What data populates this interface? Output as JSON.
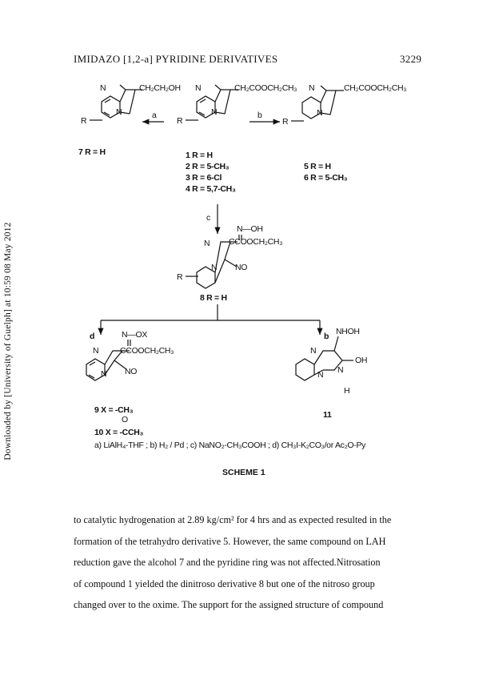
{
  "sidebar": "Downloaded by [University of Guelph] at 10:59 08 May 2012",
  "header": {
    "title": "IMIDAZO [1,2-a] PYRIDINE DERIVATIVES",
    "page_number": "3229"
  },
  "scheme": {
    "top_left_group": "CH₂CH₂OH",
    "top_mid_group": "CH₂COOCH₂CH₃",
    "top_right_group": "CH₂COOCH₂CH₃",
    "arrow_a": "a",
    "arrow_b": "b",
    "arrow_c": "c",
    "arrow_d": "d",
    "arrow_b2": "b",
    "atom_N": "N",
    "atom_R": "R",
    "label_7": "7 R = H",
    "list_1": "1 R = H",
    "list_2": "2 R = 5-CH₃",
    "list_3": "3 R = 6-Cl",
    "list_4": "4 R = 5,7-CH₃",
    "list_5": "5 R = H",
    "list_6": "6 R = 5-CH₃",
    "oxime_8": "N—OH",
    "ester_8": "CCOOCH₂CH₃",
    "no_8": "NO",
    "label_8": "8 R = H",
    "oxime_9": "N—OX",
    "ester_9": "CCOOCH₂CH₃",
    "no_9": "NO",
    "nhoh_11": "NHOH",
    "oh_11": "OH",
    "h_11": "H",
    "label_9": "9   X = -CH₃",
    "label_10_o": "O",
    "label_10": "10 X = -CCH₃",
    "label_11": "11",
    "reagents": "a) LiAlH₄-THF ; b) H₂ / Pd ; c) NaNO₂-CH₃COOH ; d) CH₃I-K₂CO₃/or Ac₂O-Py",
    "title": "SCHEME 1"
  },
  "body": {
    "lines": [
      "to catalytic hydrogenation at 2.89 kg/cm² for 4 hrs and as expected resulted in the",
      "formation of the tetrahydro derivative 5. However, the same compound on LAH",
      "reduction gave the alcohol 7 and the pyridine ring was not affected.Nitrosation",
      "of compound 1 yielded the dinitroso derivative 8 but one of the nitroso group",
      "changed over to the oxime. The support for the assigned structure of compound"
    ]
  }
}
